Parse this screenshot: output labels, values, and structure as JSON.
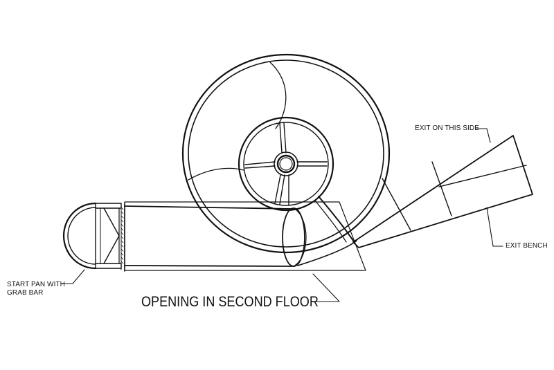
{
  "labels": {
    "exit_side": "EXIT ON THIS SIDE",
    "exit_bench": "EXIT BENCH",
    "start_pan_line1": "START PAN WITH",
    "start_pan_line2": "GRAB BAR",
    "opening": "OPENING IN SECOND FLOOR"
  },
  "colors": {
    "line": "#111111",
    "background": "#ffffff"
  }
}
